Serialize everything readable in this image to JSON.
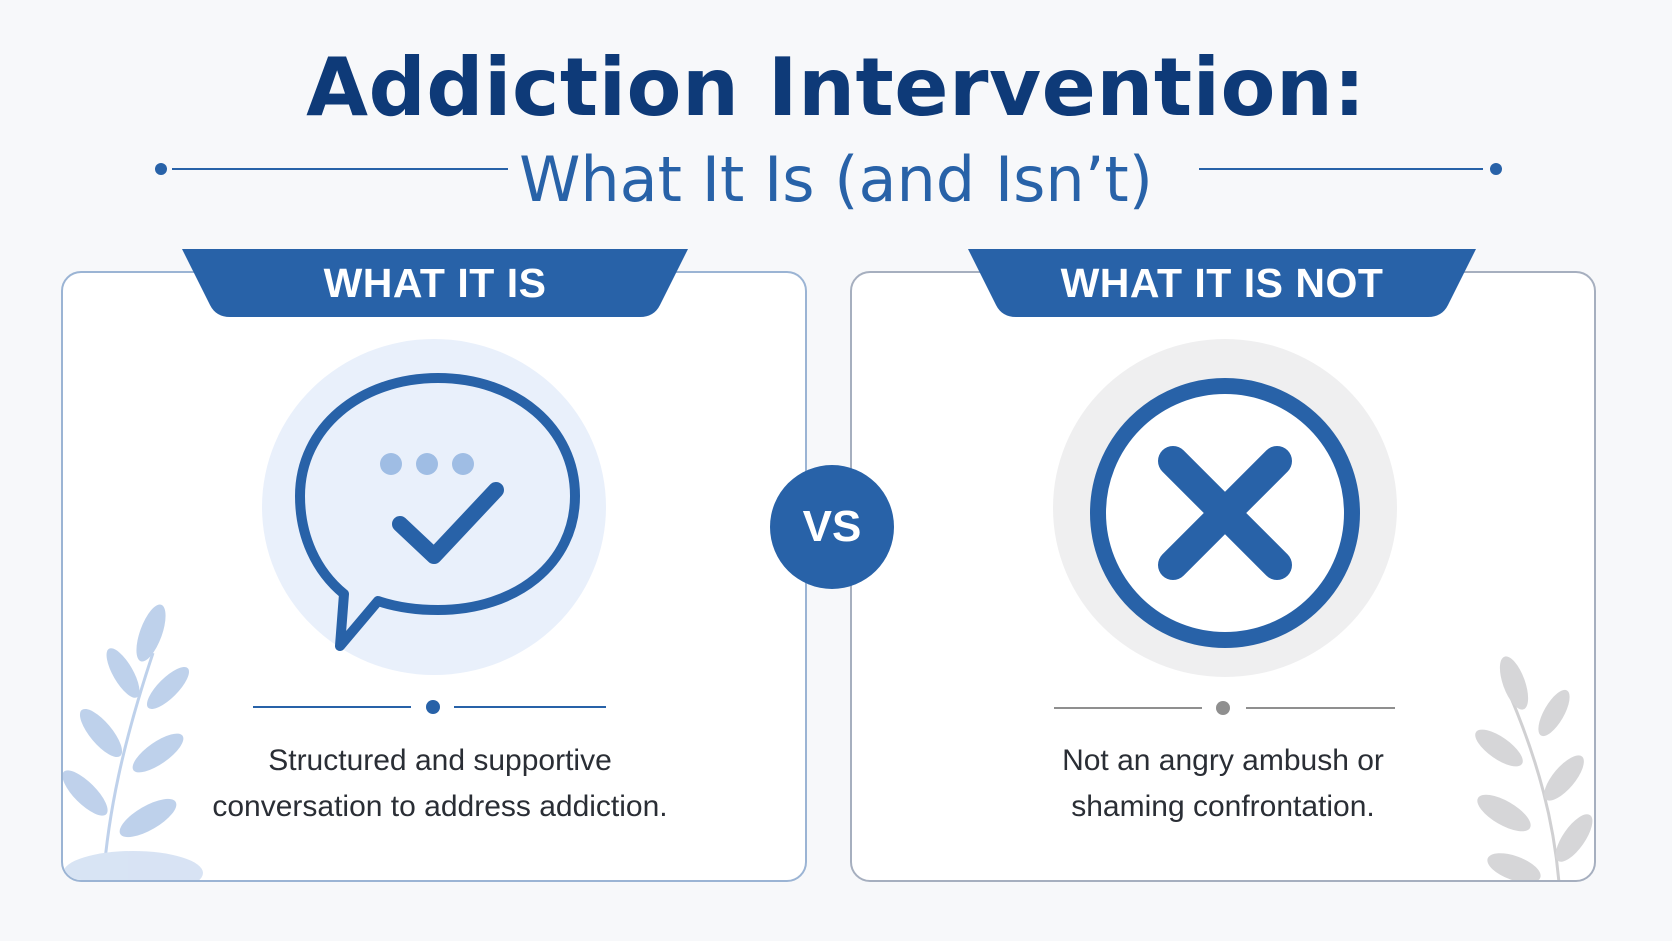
{
  "header": {
    "title": "Addiction Intervention:",
    "subtitle": "What It Is (and Isn’t)"
  },
  "panels": [
    {
      "tab_label": "WHAT IT IS",
      "icon": "chat-bubble-check-icon",
      "description_line1": "Structured and supportive",
      "description_line2": "conversation to address addiction."
    },
    {
      "tab_label": "WHAT IT IS NOT",
      "icon": "x-circle-icon",
      "description_line1": "Not an angry ambush or",
      "description_line2": "shaming confrontation."
    }
  ],
  "divider": {
    "label": "VS"
  },
  "colors": {
    "primary": "#2862a8",
    "dark_blue": "#0e3a78",
    "light_blue_halo": "#e9f0fb",
    "gray_halo": "#efeff0",
    "gray_accent": "#8f8f8f",
    "background": "#f7f8fa"
  }
}
